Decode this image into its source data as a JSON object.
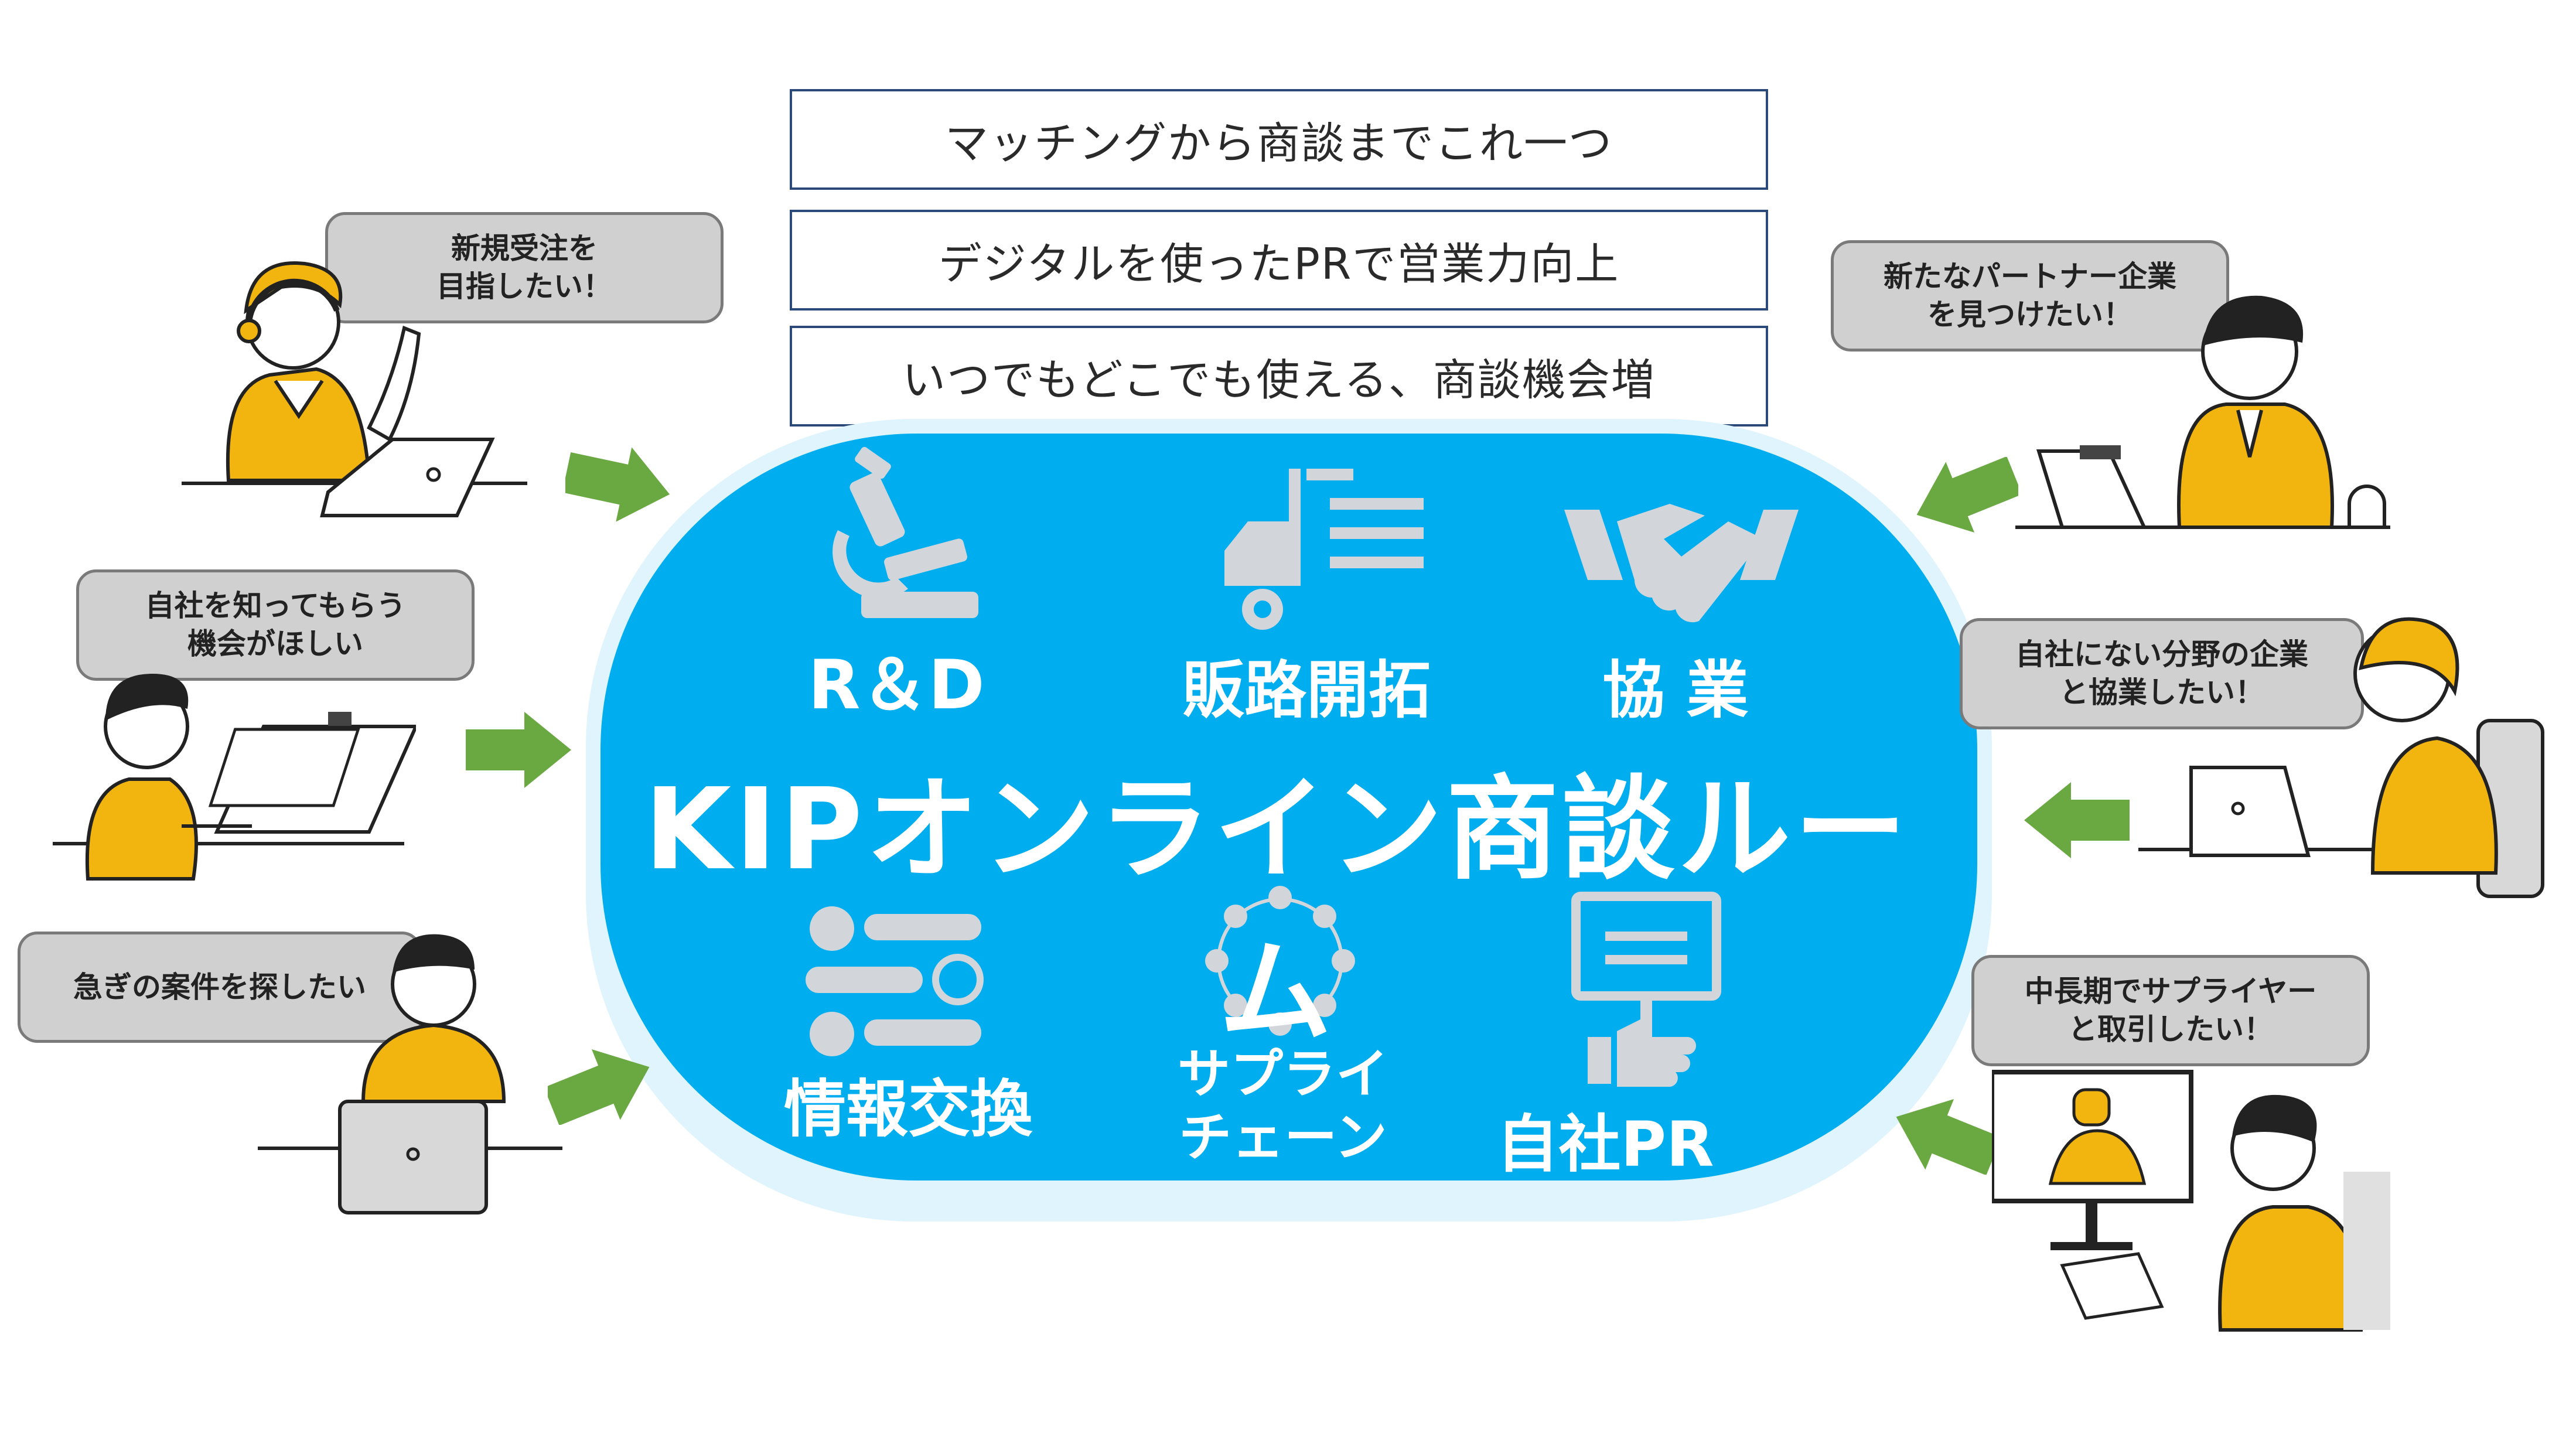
{
  "features": [
    "マッチングから商談までこれ一つ",
    "デジタルを使ったPRで営業力向上",
    "いつでもどこでも使える、商談機会増"
  ],
  "room_title": "KIPオンライン商談ルーム",
  "categories": {
    "rd": "R＆D",
    "sales": "販路開拓",
    "collab": "協 業",
    "info": "情報交換",
    "supply": "サプライ\nチェーン",
    "pr": "自社PR"
  },
  "bubbles": {
    "left_top": "新規受注を\n目指したい！",
    "left_mid": "自社を知ってもらう\n機会がほしい",
    "left_bottom": "急ぎの案件を探したい",
    "right_top": "新たなパートナー企業\nを見つけたい！",
    "right_mid": "自社にない分野の企業\nと協業したい！",
    "right_bottom": "中長期でサプライヤー\nと取引したい！"
  },
  "colors": {
    "panel": "#00aeef",
    "panel_halo": "#dff4fc",
    "arrow": "#6aa842",
    "suit": "#f2b40f",
    "icon": "#d2d6da"
  }
}
